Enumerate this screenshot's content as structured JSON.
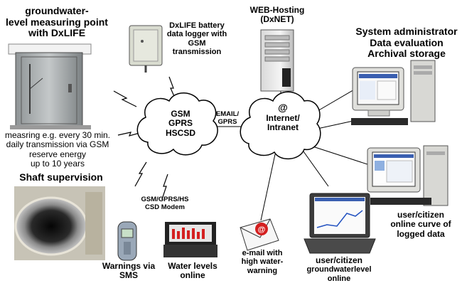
{
  "nodes": {
    "measuring_point": {
      "title": [
        "groundwater-",
        "level measuring point",
        "with DxLIFE"
      ]
    },
    "measuring_info": {
      "lines": [
        "measring e.g. every 30 min.",
        "daily transmission via GSM",
        "reserve energy",
        "up to 10 years"
      ]
    },
    "logger": {
      "lines": [
        "DxLIFE battery",
        "data logger with",
        "GSM",
        "transmission"
      ]
    },
    "web_hosting": {
      "lines": [
        "WEB-Hosting",
        "(DxNET)"
      ]
    },
    "sysadmin": {
      "lines": [
        "System administrator",
        "Data evaluation",
        "Archival storage"
      ]
    },
    "gsm_cloud": {
      "lines": [
        "GSM",
        "GPRS",
        "HSCSD"
      ]
    },
    "internet_cloud": {
      "symbol": "@",
      "lines": [
        "Internet/",
        "Intranet"
      ]
    },
    "link": {
      "lines": [
        "EMAIL/",
        "GPRS"
      ]
    },
    "shaft": {
      "title": "Shaft supervision"
    },
    "modem": {
      "lines": [
        "GSM/GPRS/HS",
        "CSD Modem"
      ]
    },
    "warnings": {
      "lines": [
        "Warnings via",
        "SMS"
      ]
    },
    "water_levels": {
      "lines": [
        "Water levels",
        "online"
      ]
    },
    "email": {
      "lines": [
        "e-mail with",
        "high water-",
        "warning"
      ]
    },
    "laptop": {
      "lines": [
        "user/citizen",
        "groundwaterlevel",
        "online"
      ]
    },
    "citizen_pc": {
      "lines": [
        "user/citizen",
        "online curve of",
        "logged data"
      ]
    }
  },
  "colors": {
    "cloud_fill": "#ffffff",
    "cloud_stroke": "#000000",
    "line": "#000000",
    "accent_red": "#d42020",
    "screen_blue": "#3a5fb0",
    "beige": "#e8e4d8"
  }
}
